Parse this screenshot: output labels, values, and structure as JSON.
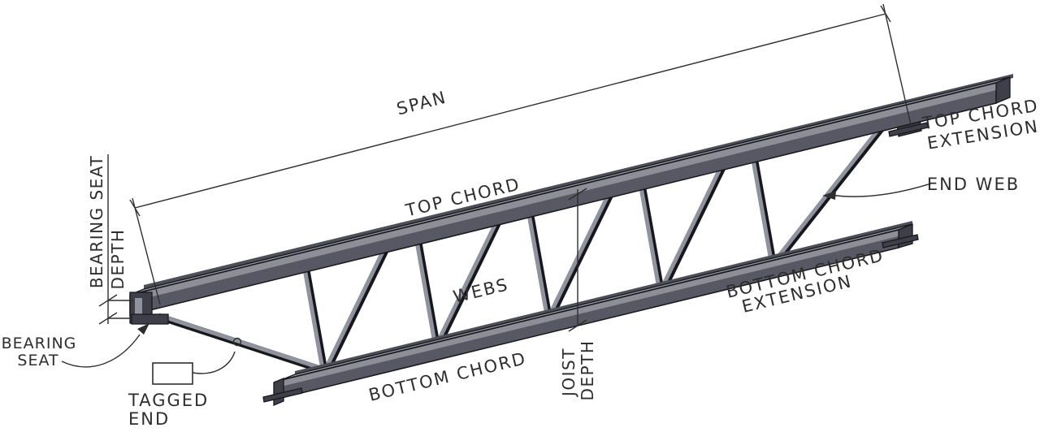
{
  "colors": {
    "background": "#ffffff",
    "ink": "#2e2e2e",
    "outline": "#17171d",
    "steel_face": "#585864",
    "steel_strip": "#8e8e99",
    "steel_top": "#9297a1",
    "steel_back": "#4e4e59",
    "steel_end": "#3f3f4a",
    "steel_web": "#8f939d"
  },
  "labels": {
    "span": "SPAN",
    "top_chord": "TOP CHORD",
    "top_chord_extension_line1": "TOP CHORD",
    "top_chord_extension_line2": "EXTENSION",
    "end_web": "END WEB",
    "webs": "WEBS",
    "bottom_chord": "BOTTOM CHORD",
    "bottom_chord_extension_line1": "BOTTOM CHORD",
    "bottom_chord_extension_line2": "EXTENSION",
    "joist_depth_line1": "JOIST",
    "joist_depth_line2": "DEPTH",
    "bearing_seat_depth_line1": "BEARING SEAT",
    "bearing_seat_depth_line2": "DEPTH",
    "bearing_seat_line1": "BEARING",
    "bearing_seat_line2": "SEAT",
    "tagged_end_line1": "TAGGED",
    "tagged_end_line2": "END"
  }
}
